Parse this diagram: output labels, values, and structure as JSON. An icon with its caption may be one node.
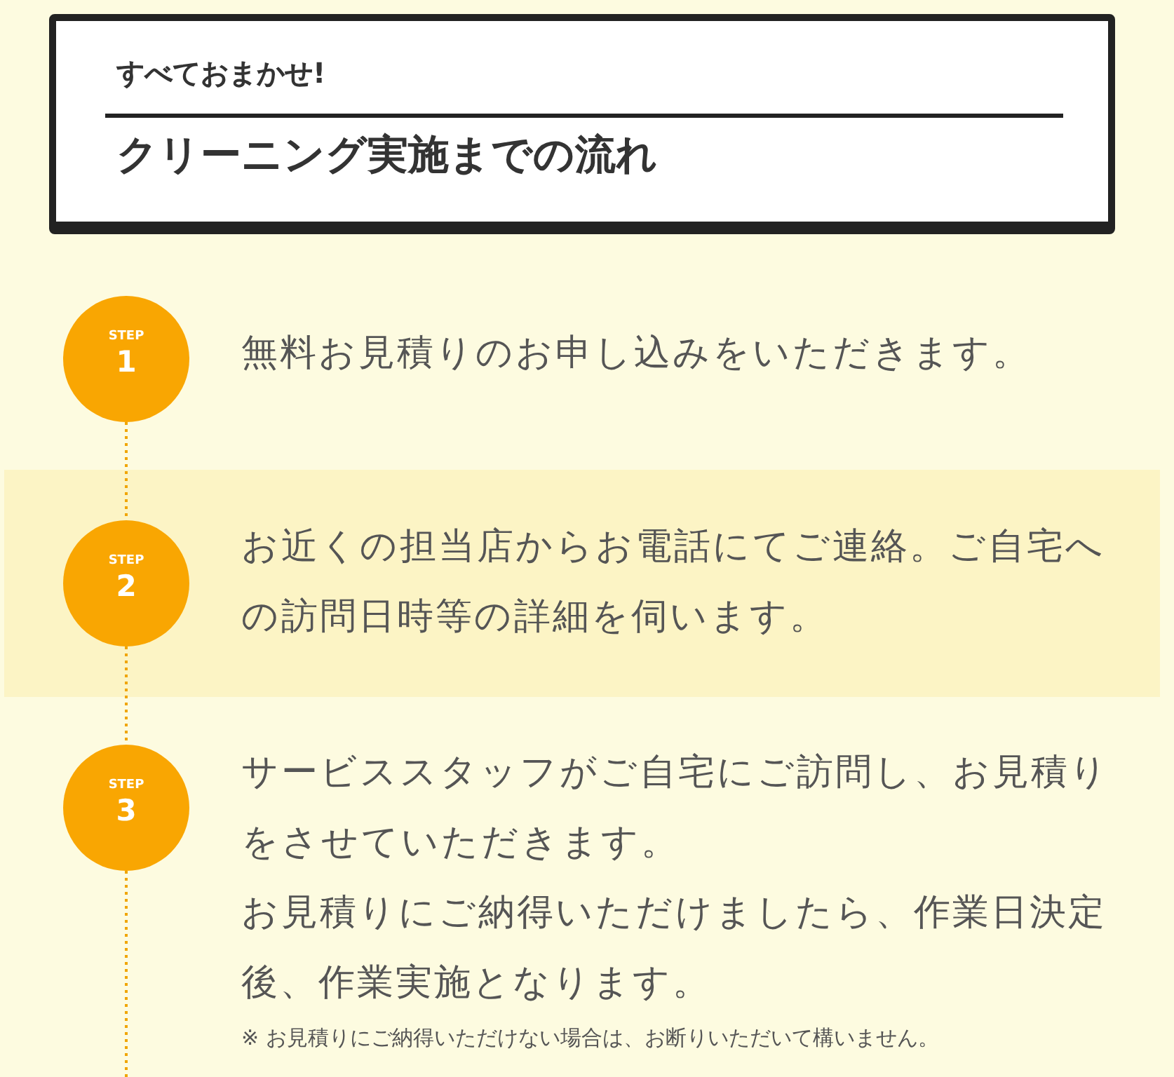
{
  "diagram": {
    "nodes": [
      {
        "text": [
          "すべておまかせ!",
          "クリーニング実施までの流れ"
        ]
      },
      {
        "text": [
          "STEP",
          "1"
        ],
        "beside": [
          "無料お見積りのお申し込みをいただきます。"
        ]
      },
      {
        "text": [
          "STEP",
          "2"
        ],
        "beside": [
          "お近くの担当店からお電話にてご連絡。ご自宅への訪問日時等の詳細を伺います。"
        ]
      },
      {
        "text": [
          "STEP",
          "3"
        ],
        "beside": [
          "サービススタッフがご自宅にご訪問し、お見積りをさせていただきます。",
          "お見積りにご納得いただけましたら、作業日決定後、作業実施となります。"
        ]
      }
    ],
    "edges": [
      {
        "from": 1,
        "to": 2,
        "arrow": "none",
        "style": "dashed"
      },
      {
        "from": 2,
        "to": 3,
        "arrow": "none",
        "style": "dashed"
      },
      {
        "from": 3,
        "to": null,
        "arrow": "none",
        "style": "dashed"
      }
    ],
    "labels": [
      "※ お見積りにご納得いただけない場合は、お断りいただいて構いません。"
    ]
  }
}
